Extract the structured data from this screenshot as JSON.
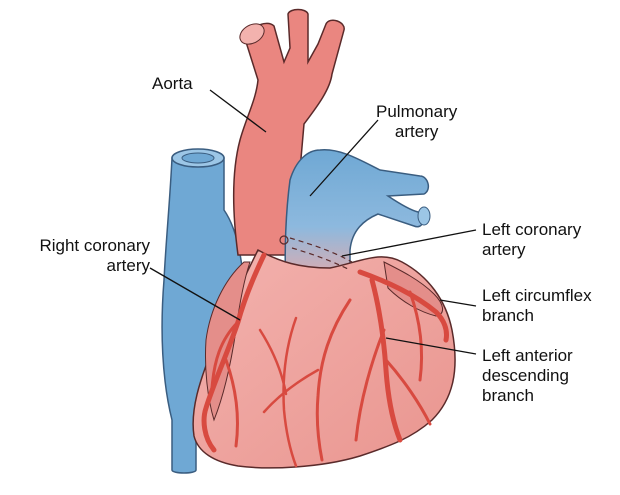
{
  "diagram": {
    "labels": {
      "aorta": [
        "Aorta"
      ],
      "pulmonary_artery": [
        "Pulmonary",
        "artery"
      ],
      "left_coronary_artery": [
        "Left coronary",
        "artery"
      ],
      "right_coronary_artery": [
        "Right coronary",
        "artery"
      ],
      "left_circumflex_branch": [
        "Left circumflex",
        "branch"
      ],
      "left_anterior_descending_branch": [
        "Left anterior",
        "descending",
        "branch"
      ]
    },
    "colors": {
      "heart_muscle": "#f0a8a4",
      "heart_shade": "#e48e8a",
      "aorta": "#ea8680",
      "vessel_blue": "#6fa8d4",
      "vessel_blue_light": "#9cc6e6",
      "coronary_red": "#d84a40",
      "outline": "#4a2a2a",
      "leader_line": "#111111"
    }
  }
}
